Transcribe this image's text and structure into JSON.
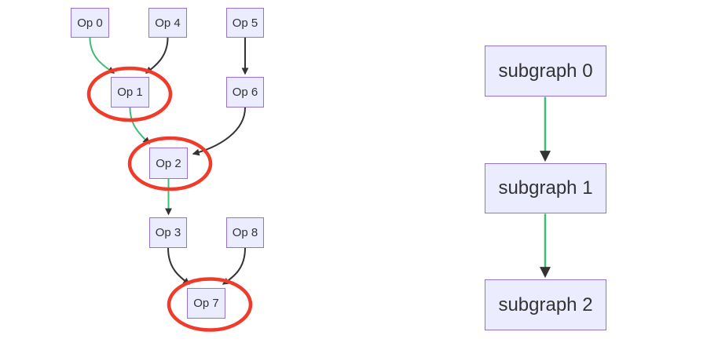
{
  "colors": {
    "background": "#ffffff",
    "node-fill": "#ececff",
    "node-border": "#9370db",
    "text": "#333333",
    "edge-dark": "#333333",
    "edge-green": "#3dbd74",
    "highlight-red": "#f13b2a"
  },
  "left_graph": {
    "nodes": [
      {
        "id": "op0",
        "label": "Op 0"
      },
      {
        "id": "op1",
        "label": "Op 1"
      },
      {
        "id": "op2",
        "label": "Op 2"
      },
      {
        "id": "op3",
        "label": "Op 3"
      },
      {
        "id": "op4",
        "label": "Op 4"
      },
      {
        "id": "op5",
        "label": "Op 5"
      },
      {
        "id": "op6",
        "label": "Op 6"
      },
      {
        "id": "op7",
        "label": "Op 7"
      },
      {
        "id": "op8",
        "label": "Op 8"
      }
    ],
    "edges": [
      {
        "from": "Op 0",
        "to": "Op 1",
        "color": "green"
      },
      {
        "from": "Op 4",
        "to": "Op 1",
        "color": "black"
      },
      {
        "from": "Op 5",
        "to": "Op 6",
        "color": "black"
      },
      {
        "from": "Op 1",
        "to": "Op 2",
        "color": "green"
      },
      {
        "from": "Op 6",
        "to": "Op 2",
        "color": "black"
      },
      {
        "from": "Op 2",
        "to": "Op 3",
        "color": "green"
      },
      {
        "from": "Op 3",
        "to": "Op 7",
        "color": "black"
      },
      {
        "from": "Op 8",
        "to": "Op 7",
        "color": "black"
      }
    ],
    "highlighted_nodes": [
      "Op 1",
      "Op 2",
      "Op 7"
    ]
  },
  "right_graph": {
    "nodes": [
      {
        "id": "sg0",
        "label": "subgraph 0"
      },
      {
        "id": "sg1",
        "label": "subgraph 1"
      },
      {
        "id": "sg2",
        "label": "subgraph 2"
      }
    ],
    "edges": [
      {
        "from": "subgraph 0",
        "to": "subgraph 1",
        "color": "green"
      },
      {
        "from": "subgraph 1",
        "to": "subgraph 2",
        "color": "green"
      }
    ]
  }
}
